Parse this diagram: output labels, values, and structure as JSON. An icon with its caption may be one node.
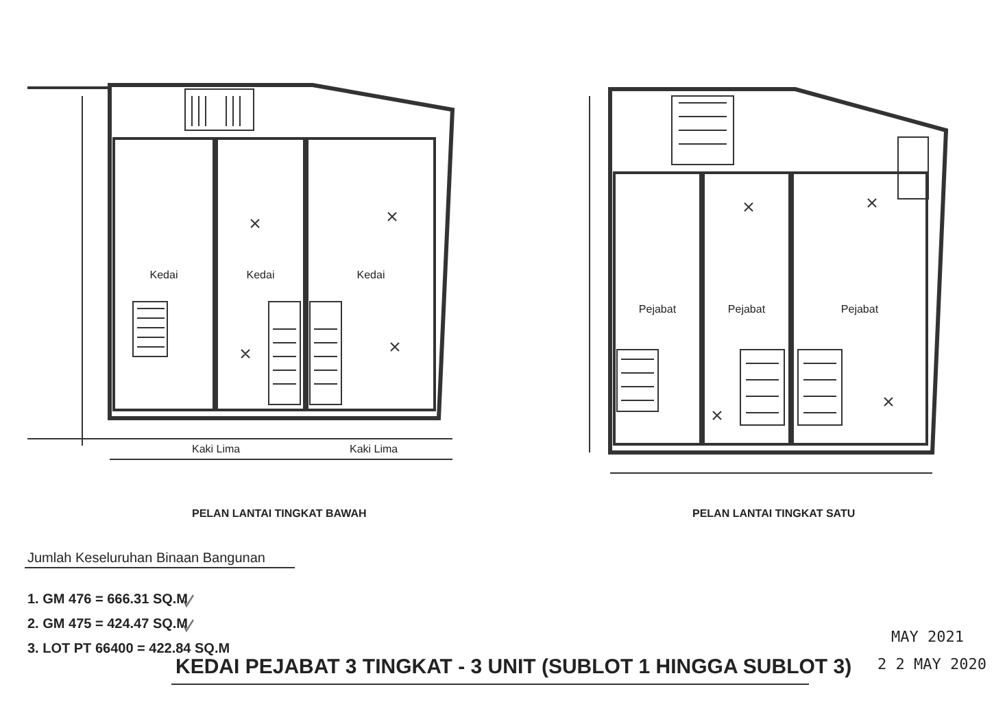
{
  "diagram": {
    "title": "KEDAI PEJABAT 3 TINGKAT - 3 UNIT (SUBLOT 1 HINGGA SUBLOT 3)",
    "nodes": [
      {
        "text": [
          "Kedai"
        ]
      },
      {
        "text": [
          "Kedai"
        ]
      },
      {
        "text": [
          "Kedai"
        ]
      },
      {
        "text": [
          "Pejabat"
        ]
      },
      {
        "text": [
          "Pejabat"
        ]
      },
      {
        "text": [
          "Pejabat"
        ]
      }
    ],
    "edges": [],
    "labels": [
      "Kaki Lima",
      "Kaki Lima",
      "PELAN LANTAI TINGKAT BAWAH",
      "PELAN LANTAI TINGKAT SATU",
      "Jumlah Keseluruhan Binaan Bangunan",
      "1. GM 476 = 666.31 SQ.M",
      "2. GM 475 = 424.47 SQ.M",
      "3. LOT PT 66400 = 422.84 SQ.M",
      "MAY 2021",
      "2 2 MAY 2020"
    ]
  }
}
